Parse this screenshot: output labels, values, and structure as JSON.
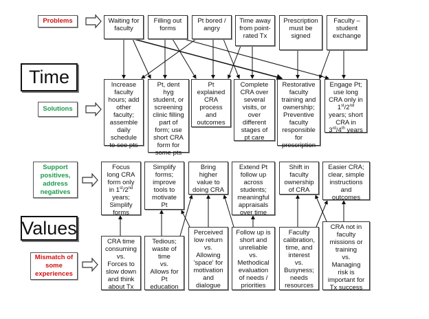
{
  "labels": {
    "problems": "Problems",
    "solutions": "Solutions",
    "support": "Support\npositives,\naddress\nnegatives",
    "mismatch": "Mismatch of\nsome\nexperiences"
  },
  "sections": {
    "time": "Time",
    "values": "Values"
  },
  "problems": [
    "Waiting for\nfaculty",
    "Filling out\nforms",
    "Pt bored /\nangry",
    "Time away\nfrom point-\nrated Tx",
    "Prescription\nmust be\nsigned",
    "Faculty –\nstudent\nexchange"
  ],
  "solutions": [
    "Increase\nfaculty\nhours; add\nother\nfaculty;\nassemble\ndaily\nschedule\nto see pts",
    "Pt, dent\nhyg\nstudent, or\nscreening\nclinic filling\npart of\nform; use\nshort CRA\nform for\nsome pts",
    "Pt\nexplained\nCRA\nprocess\nand\noutcomes",
    "Complete\nCRA over\nseveral\nvisits, or\nover\ndifferent\nstages of\npt care",
    "Restorative\nfaculty\ntraining and\nownership;\nPreventive\nfaculty\nresponsible\nfor\nprescription",
    "Engage Pt;\nuse long\nCRA only in\n1st/2nd\nyears; short\nCRA in\n3rd/4th years"
  ],
  "supports": [
    "Focus\nlong CRA\nform only\nin 1st/2nd\nyears;\nSimplify\nforms",
    "Simplify\nforms;\nimprove\ntools to\nmotivate\nPt",
    "Bring\nhigher\nvalue to\ndoing CRA",
    "Extend Pt\nfollow up\nacross\nstudents;\nmeaningful\nappraisals\nover time",
    "Shift in\nfaculty\nownership\nof CRA",
    "Easier CRA;\nclear, simple\ninstructions\nand\noutcomes"
  ],
  "mismatches": [
    "CRA time\nconsuming\nvs.\nForces to\nslow down\nand think\nabout Tx",
    "Tedious;\nwaste of\ntime\nvs.\nAllows for\nPt\neducation",
    "Perceived\nlow return\nvs.\nAllowing\n'space' for\nmotivation\nand\ndialogue",
    "Follow up is\nshort and\nunreliable\nvs.\nMethodical\nevaluation\nof needs /\npriorities",
    "Faculty\ncalibration,\ntime, and\ninterest\nvs.\nBusyness;\nneeds\nresources",
    "CRA not in\nfaculty\nmissions or\ntraining\nvs.\nManaging\nrisk is\nimportant for\nTx success"
  ],
  "colors": {
    "problem_label": "#d01010",
    "solution_label": "#1a9a4a"
  }
}
